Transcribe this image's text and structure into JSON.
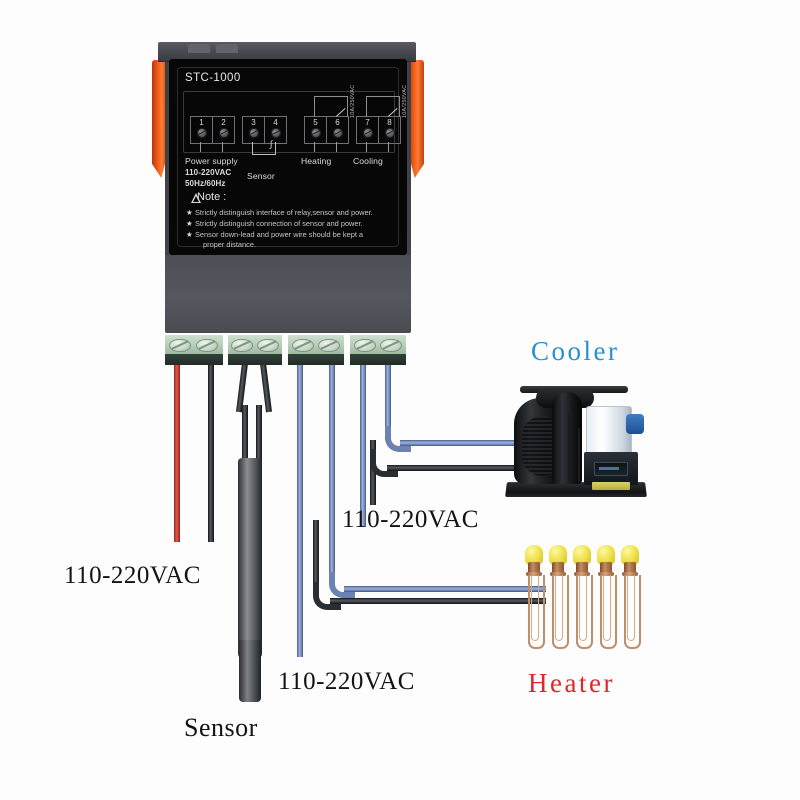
{
  "diagram": {
    "title_visible": false
  },
  "controller": {
    "model": "STC-1000",
    "terminals": [
      {
        "num": "1"
      },
      {
        "num": "2"
      },
      {
        "num": "3"
      },
      {
        "num": "4"
      },
      {
        "num": "5"
      },
      {
        "num": "6"
      },
      {
        "num": "7"
      },
      {
        "num": "8"
      }
    ],
    "labels": {
      "power_supply": "Power supply",
      "power_voltage": "110-220VAC",
      "power_freq": "50Hz/60Hz",
      "sensor": "Sensor",
      "heating": "Heating",
      "cooling": "Cooling",
      "relay_rating_heating": "10A/250VAC",
      "relay_rating_cooling": "10A/250VAC"
    },
    "note": {
      "heading": "Note :",
      "bullet_glyph": "★",
      "lines": [
        "Strictly distinguish interface of relay,sensor and power.",
        "Strictly distinguish connection of sensor and power.",
        "Sensor down-lead and power wire should be kept a",
        "proper distance."
      ]
    }
  },
  "terminal_blocks": [
    {
      "name": "power-supply-block",
      "wires": [
        "red",
        "black"
      ]
    },
    {
      "name": "sensor-block",
      "wires": [
        "black",
        "black"
      ]
    },
    {
      "name": "heating-block",
      "wires": [
        "blue",
        "blue"
      ]
    },
    {
      "name": "cooling-block",
      "wires": [
        "blue",
        "blue"
      ]
    }
  ],
  "annotations": {
    "power_supply_voltage": "110-220VAC",
    "sensor_caption": "Sensor",
    "cooler_voltage": "110-220VAC",
    "heater_voltage": "110-220VAC"
  },
  "devices": {
    "cooler": {
      "label": "Cooler",
      "color": "#2a8fd0"
    },
    "heater": {
      "label": "Heater",
      "color": "#e2252b",
      "element_count": 5
    }
  },
  "colors": {
    "background": "#fdfdfd",
    "wire_red": "#c0382c",
    "wire_black": "#2a2d31",
    "wire_blue": "#6d82b4",
    "terminal_green": "#b6cdb8",
    "clip_orange": "#f05a18",
    "panel_black": "#070708",
    "case_gray": "#4a4b52"
  }
}
